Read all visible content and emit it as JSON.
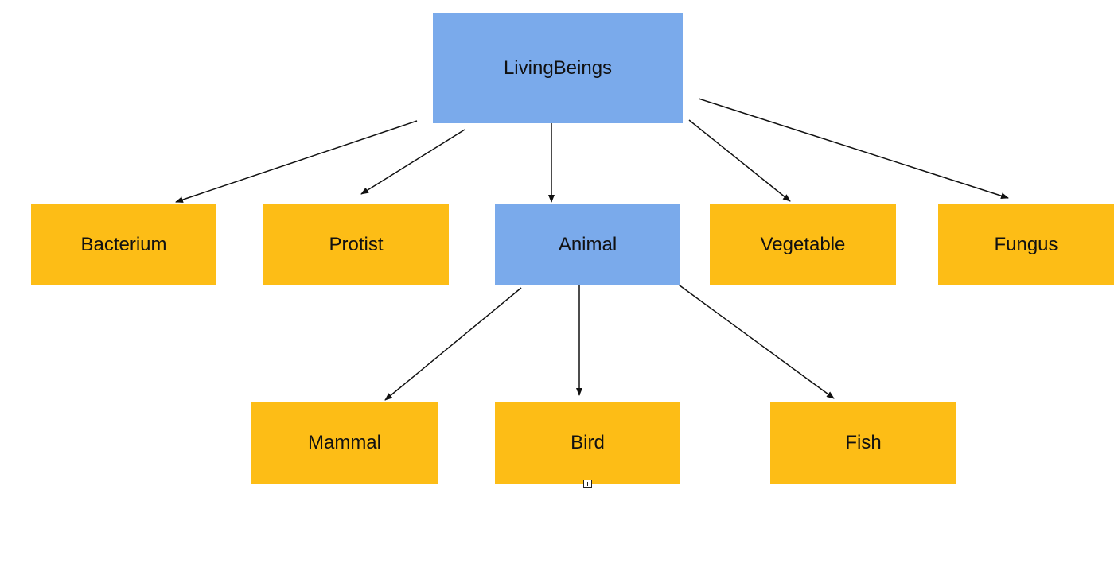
{
  "nodes": {
    "livingbeings": "LivingBeings",
    "bacterium": "Bacterium",
    "protist": "Protist",
    "animal": "Animal",
    "vegetable": "Vegetable",
    "fungus": "Fungus",
    "mammal": "Mammal",
    "bird": "Bird",
    "fish": "Fish"
  },
  "edges": [
    {
      "from": "livingbeings",
      "to": "bacterium"
    },
    {
      "from": "livingbeings",
      "to": "protist"
    },
    {
      "from": "livingbeings",
      "to": "animal"
    },
    {
      "from": "livingbeings",
      "to": "vegetable"
    },
    {
      "from": "livingbeings",
      "to": "fungus"
    },
    {
      "from": "animal",
      "to": "mammal"
    },
    {
      "from": "animal",
      "to": "bird"
    },
    {
      "from": "animal",
      "to": "fish"
    }
  ],
  "colors": {
    "parent": "#7aaaeb",
    "leaf": "#fdbd16",
    "edge": "#111111"
  },
  "icons": {
    "expand_handle": "plus-box-icon"
  }
}
